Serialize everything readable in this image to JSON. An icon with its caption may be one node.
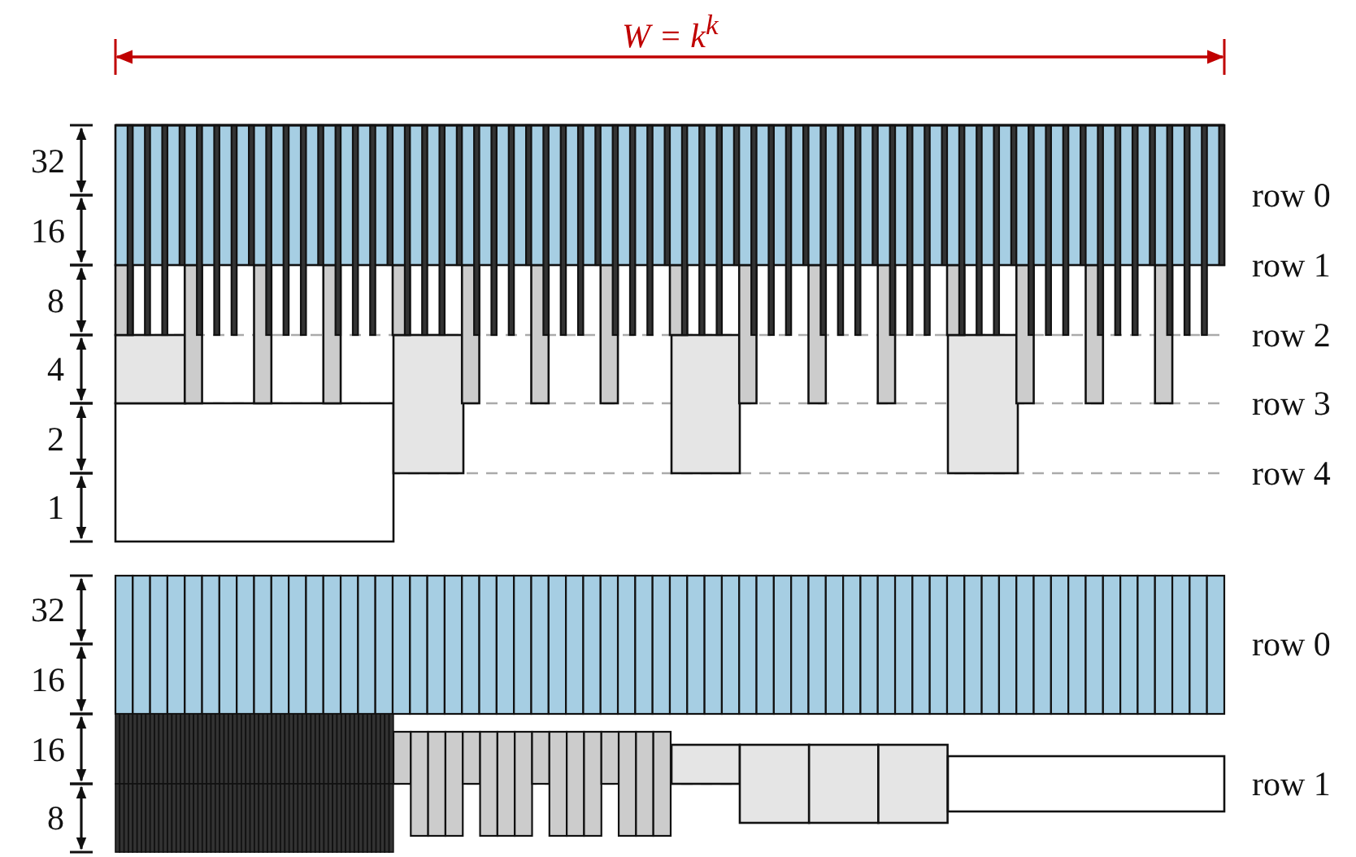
{
  "diagram": {
    "labels": [
      "W = k$^{k}$",
      "32",
      "16",
      "8",
      "4",
      "2",
      "1",
      "row 0",
      "row 1",
      "row 2",
      "row 3",
      "row 4",
      "32",
      "16",
      "16",
      "8",
      "row 0",
      "row 1"
    ]
  }
}
